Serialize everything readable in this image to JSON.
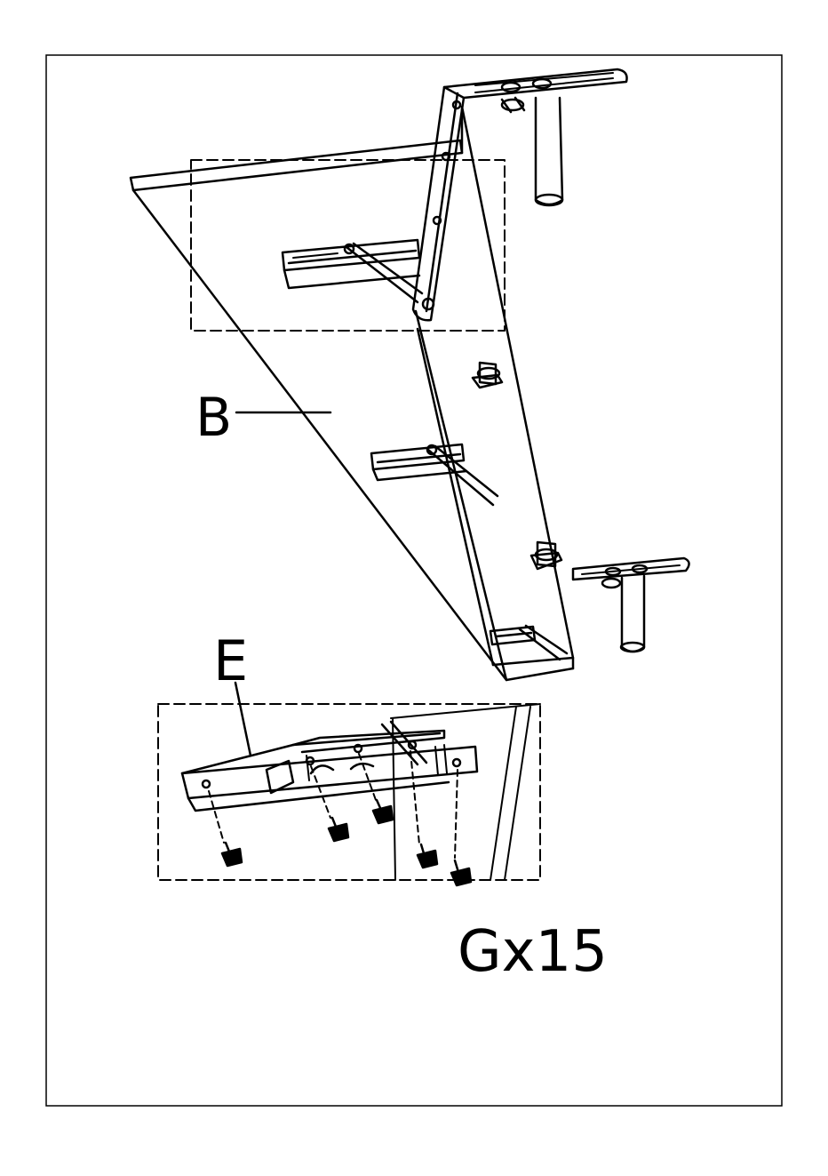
{
  "labels": {
    "part_b": "B",
    "part_e": "E",
    "screw_count": "Gx15"
  },
  "colors": {
    "ink": "#000000",
    "paper": "#ffffff"
  }
}
